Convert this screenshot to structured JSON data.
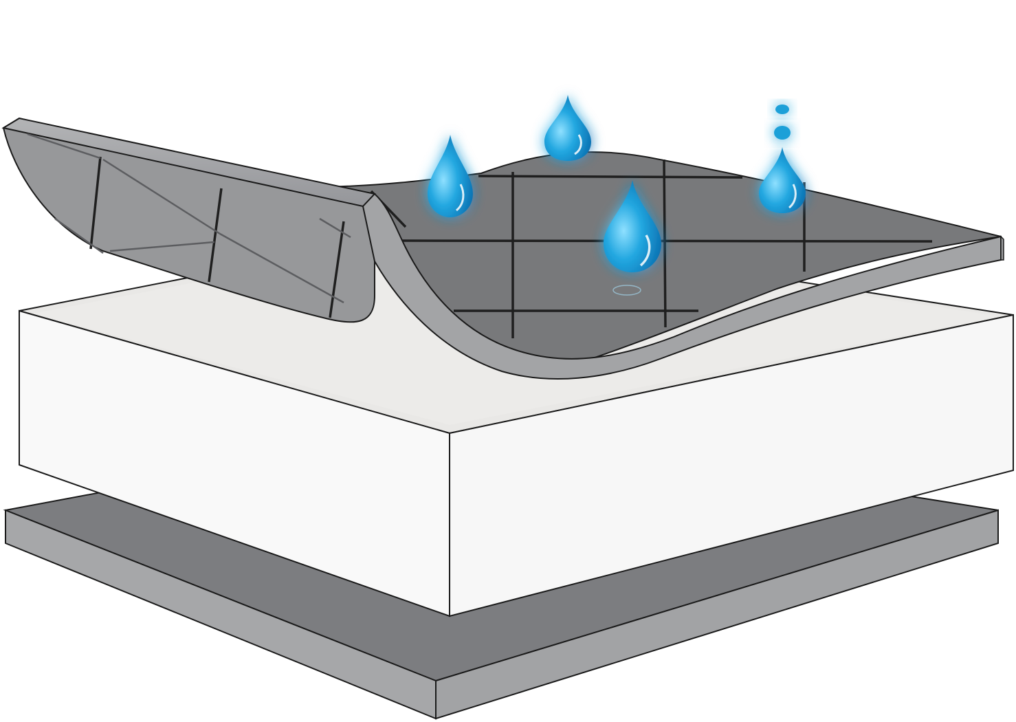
{
  "illustration": {
    "layers": [
      {
        "name": "base-board",
        "color": "#7c7d80",
        "edge_color": "#a6a7a9"
      },
      {
        "name": "foam-mattress",
        "color": "#f8f8f8",
        "top_color": "#e8e7e5"
      },
      {
        "name": "quilted-protector",
        "color": "#78797b",
        "edge_color": "#a3a4a6",
        "quilt_line_color": "#1f1f1f"
      }
    ],
    "water_drops": {
      "count": 4,
      "small_beads": 2,
      "color": "#1aa0d8",
      "glow_color": "#5ed0ff"
    },
    "icons": [
      "water-drop-icon",
      "water-bead-icon"
    ]
  }
}
